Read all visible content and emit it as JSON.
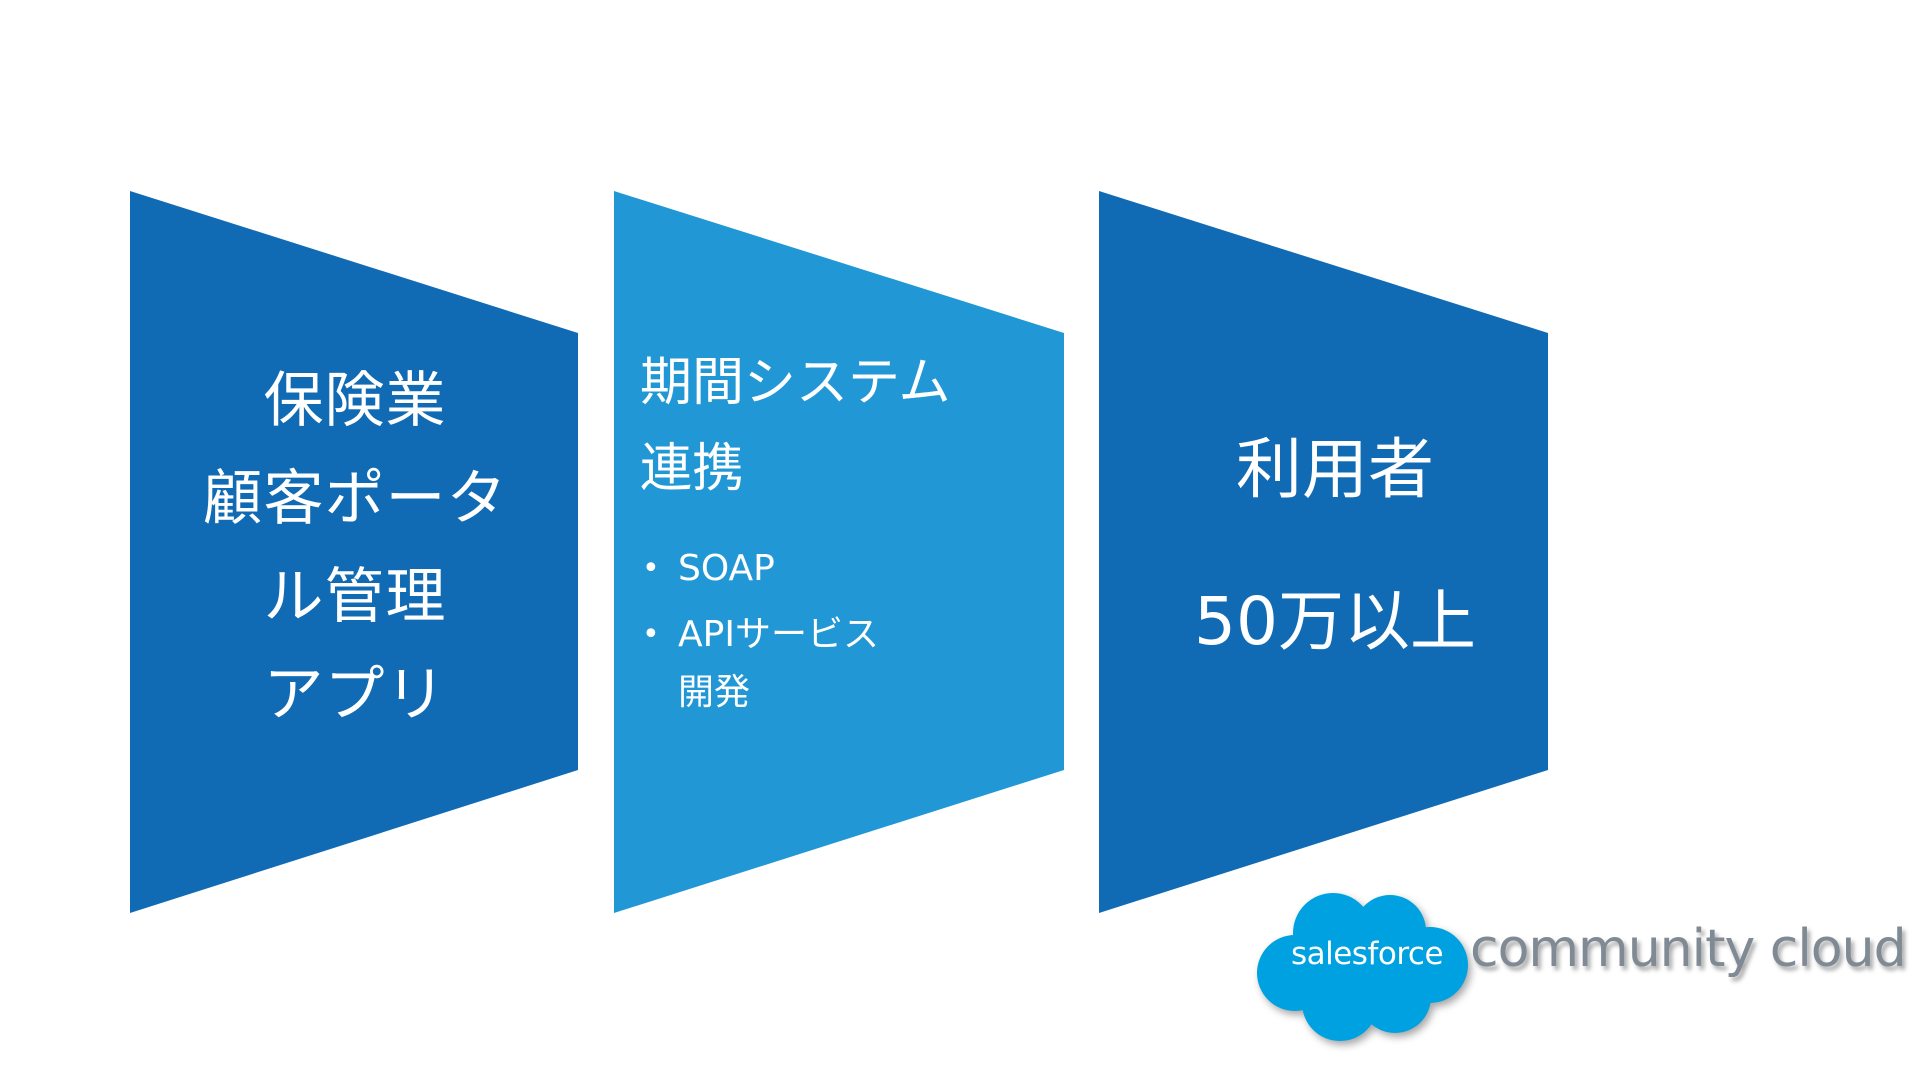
{
  "colors": {
    "panel_dark": "#106bb4",
    "panel_light": "#2297d6",
    "text": "#ffffff",
    "logo_cloud": "#00a1e0",
    "logo_text": "#7f8a94"
  },
  "panel1": {
    "lines": [
      "保険業",
      "顧客ポータ",
      "ル管理",
      "アプリ"
    ]
  },
  "panel2": {
    "title_lines": [
      "期間システム",
      "連携"
    ],
    "bullets": [
      {
        "line1": "SOAP",
        "line2": ""
      },
      {
        "line1": "APIサービス",
        "line2": "開発"
      }
    ],
    "bullet_char": "•"
  },
  "panel3": {
    "line1": "利用者",
    "line2": "50万以上"
  },
  "logo": {
    "brand": "salesforce",
    "product": "community cloud",
    "icon": "salesforce-cloud-icon"
  }
}
